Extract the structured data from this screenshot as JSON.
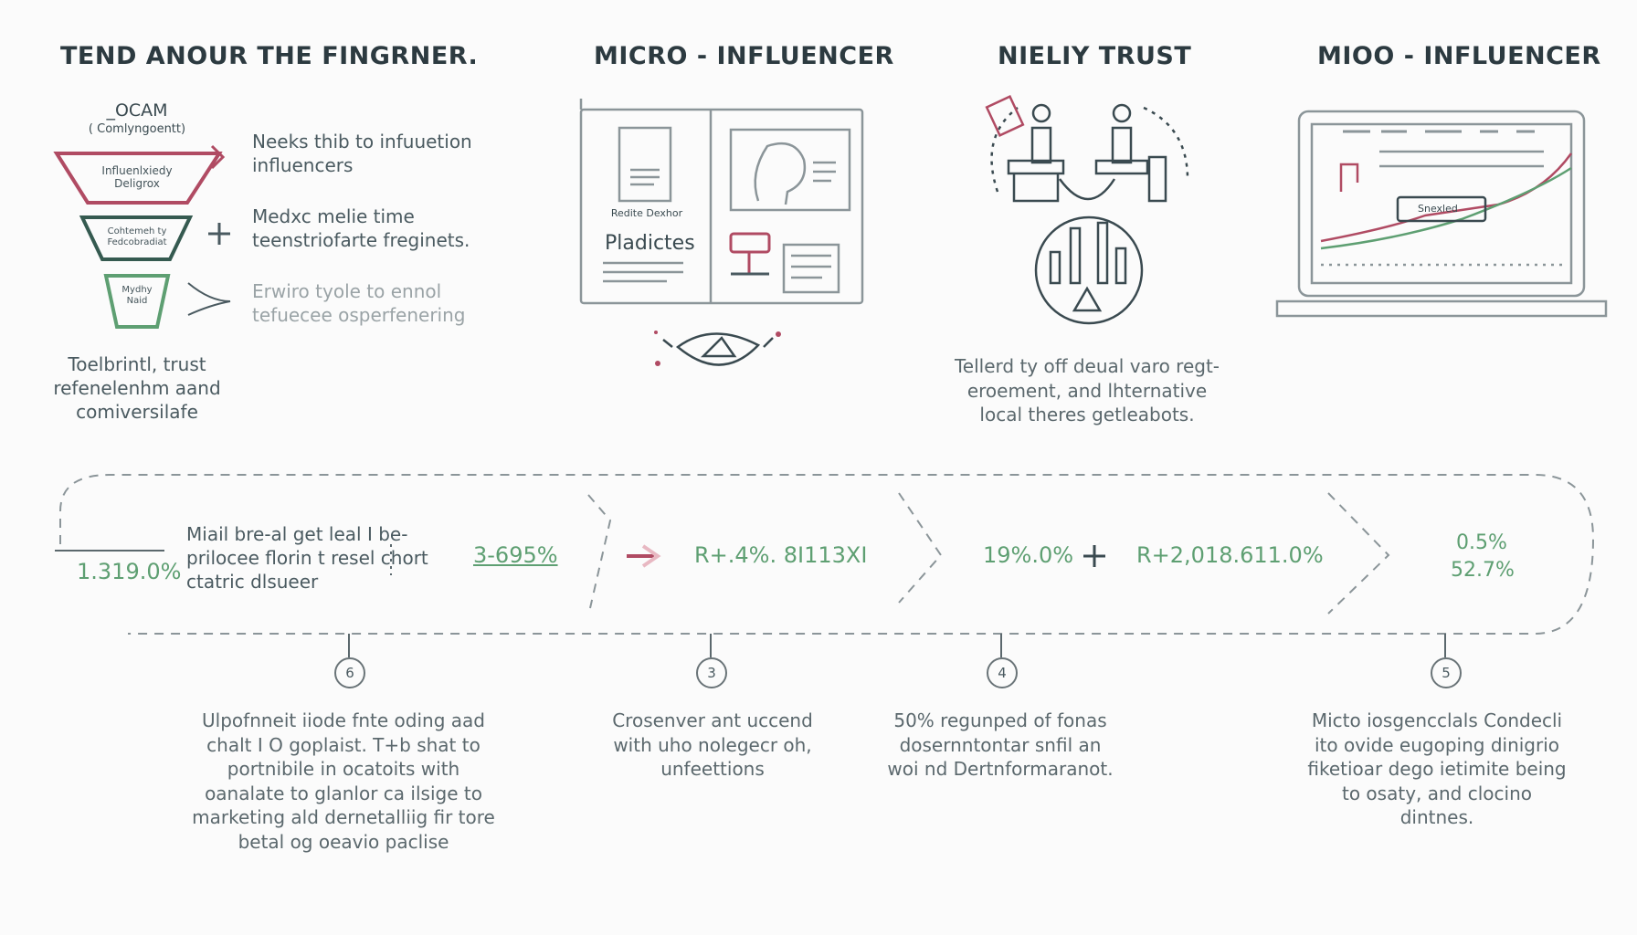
{
  "columns": [
    {
      "title": "TEND ANOUR THE FINGRNER."
    },
    {
      "title": "MICRO - INFLUENCER"
    },
    {
      "title": "NIELIY TRUST"
    },
    {
      "title": "MIOO - INFLUENCER"
    }
  ],
  "funnel": {
    "top_label": "_OCAM",
    "top_sub": "( Comlyngoentt)",
    "tiers": [
      {
        "label": "Influenlxiedy Deligrox",
        "note": "Neeks thib to infuuetion influencers"
      },
      {
        "label": "Cohtemeh ty Fedcobradiat",
        "note": "Medxc melie time teenstriofarte freginets."
      },
      {
        "label": "Mydhy Naid",
        "note": "Erwiro tyole to ennol tefuecee osperfenering"
      }
    ],
    "bottom": "Toelbrintl, trust refenelenhm aand comiversilafe"
  },
  "panel2": {
    "small_label": "Redite Dexhor",
    "label": "Pladictes"
  },
  "panel3": {
    "caption": "Tellerd ty off deual varo regt-eroement, and lhternative local theres getleabots."
  },
  "panel4": {
    "chip": "Snexled"
  },
  "flow": {
    "left_value": "1.319.0%",
    "left_text": "Miail bre-al get leal I be-prilocee florin t resel chort ctatric dlsueer",
    "metric1": "3-695%",
    "metric2": "R+.4%. 8I113XI",
    "metric3": "19%.0%",
    "metric4": "R+2,018.611.0%",
    "metric5a": "0.5%",
    "metric5b": "52.7%"
  },
  "steps": [
    {
      "num": "6",
      "text": "Ulpofnneit iiode fnte oding aad chalt I O goplaist. T+b shat to portnibile in ocatoits with oanalate to glanlor ca ilsige to marketing ald dernetalliig fir tore betal og oeavio paclise"
    },
    {
      "num": "3",
      "text": "Crosenver ant uccend with uho nolegecr oh, unfeettions"
    },
    {
      "num": "4",
      "text": "50% regunped of fonas dosernntontar snfil an woi nd Dertnformaranot."
    },
    {
      "num": "5",
      "text": "Micto iosgencclals Condecli ito ovide eugoping dinigrio fiketioar dego ietimite being to osaty, and clocino dintnes."
    }
  ],
  "colors": {
    "accent_pink": "#b04b63",
    "accent_green": "#5e9f72",
    "line_gray": "#7d878b"
  }
}
